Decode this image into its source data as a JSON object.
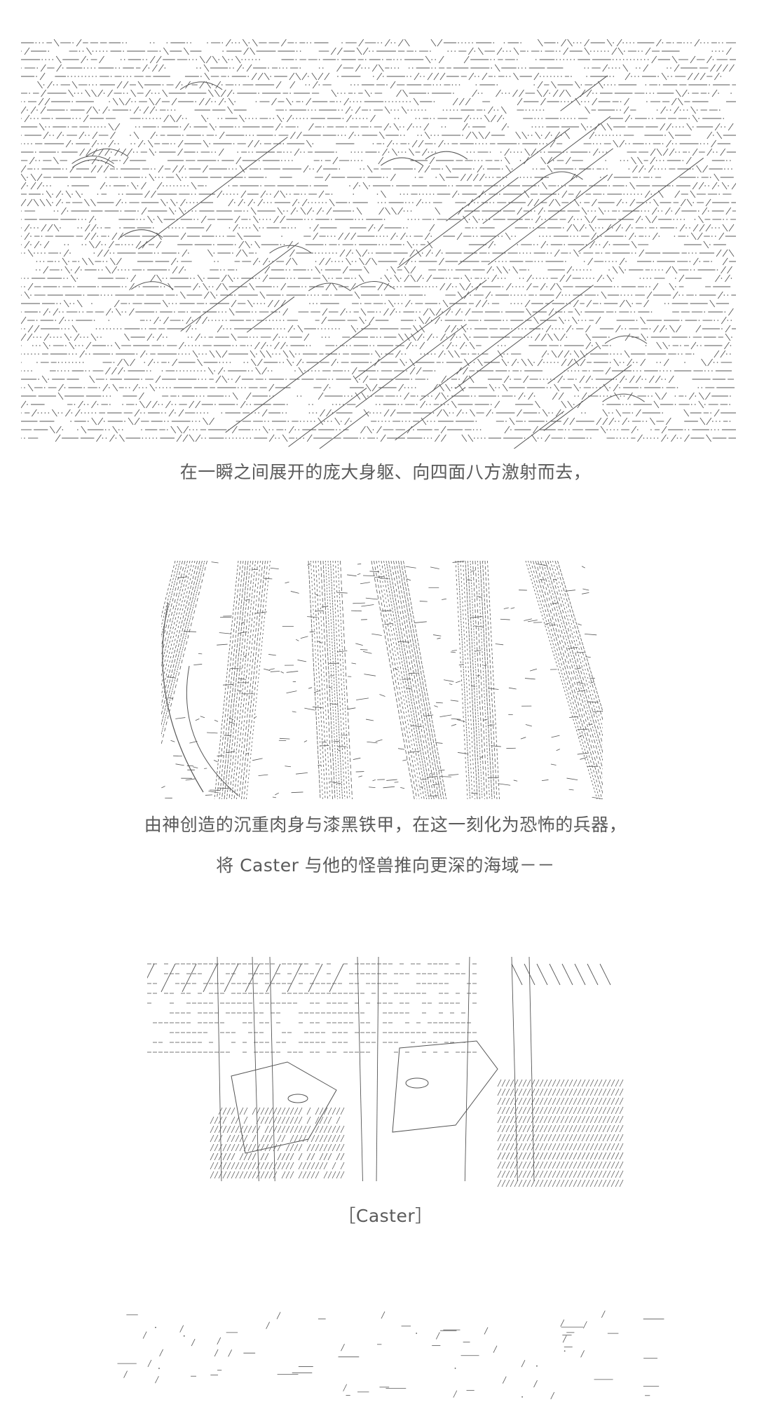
{
  "panels": [
    {
      "caption": "在一瞬之间展开的庞大身躯、向四面八方激射而去，"
    },
    {
      "caption_line1": "由神创造的沉重肉身与漆黑铁甲，在这一刻化为恐怖的兵器，",
      "caption_line2": "将 Caster 与他的怪兽推向更深的海域－－"
    },
    {
      "caption": "［Caster］"
    },
    {
      "caption": ""
    }
  ],
  "colors": {
    "art_ink": "#555555",
    "background": "#ffffff"
  }
}
